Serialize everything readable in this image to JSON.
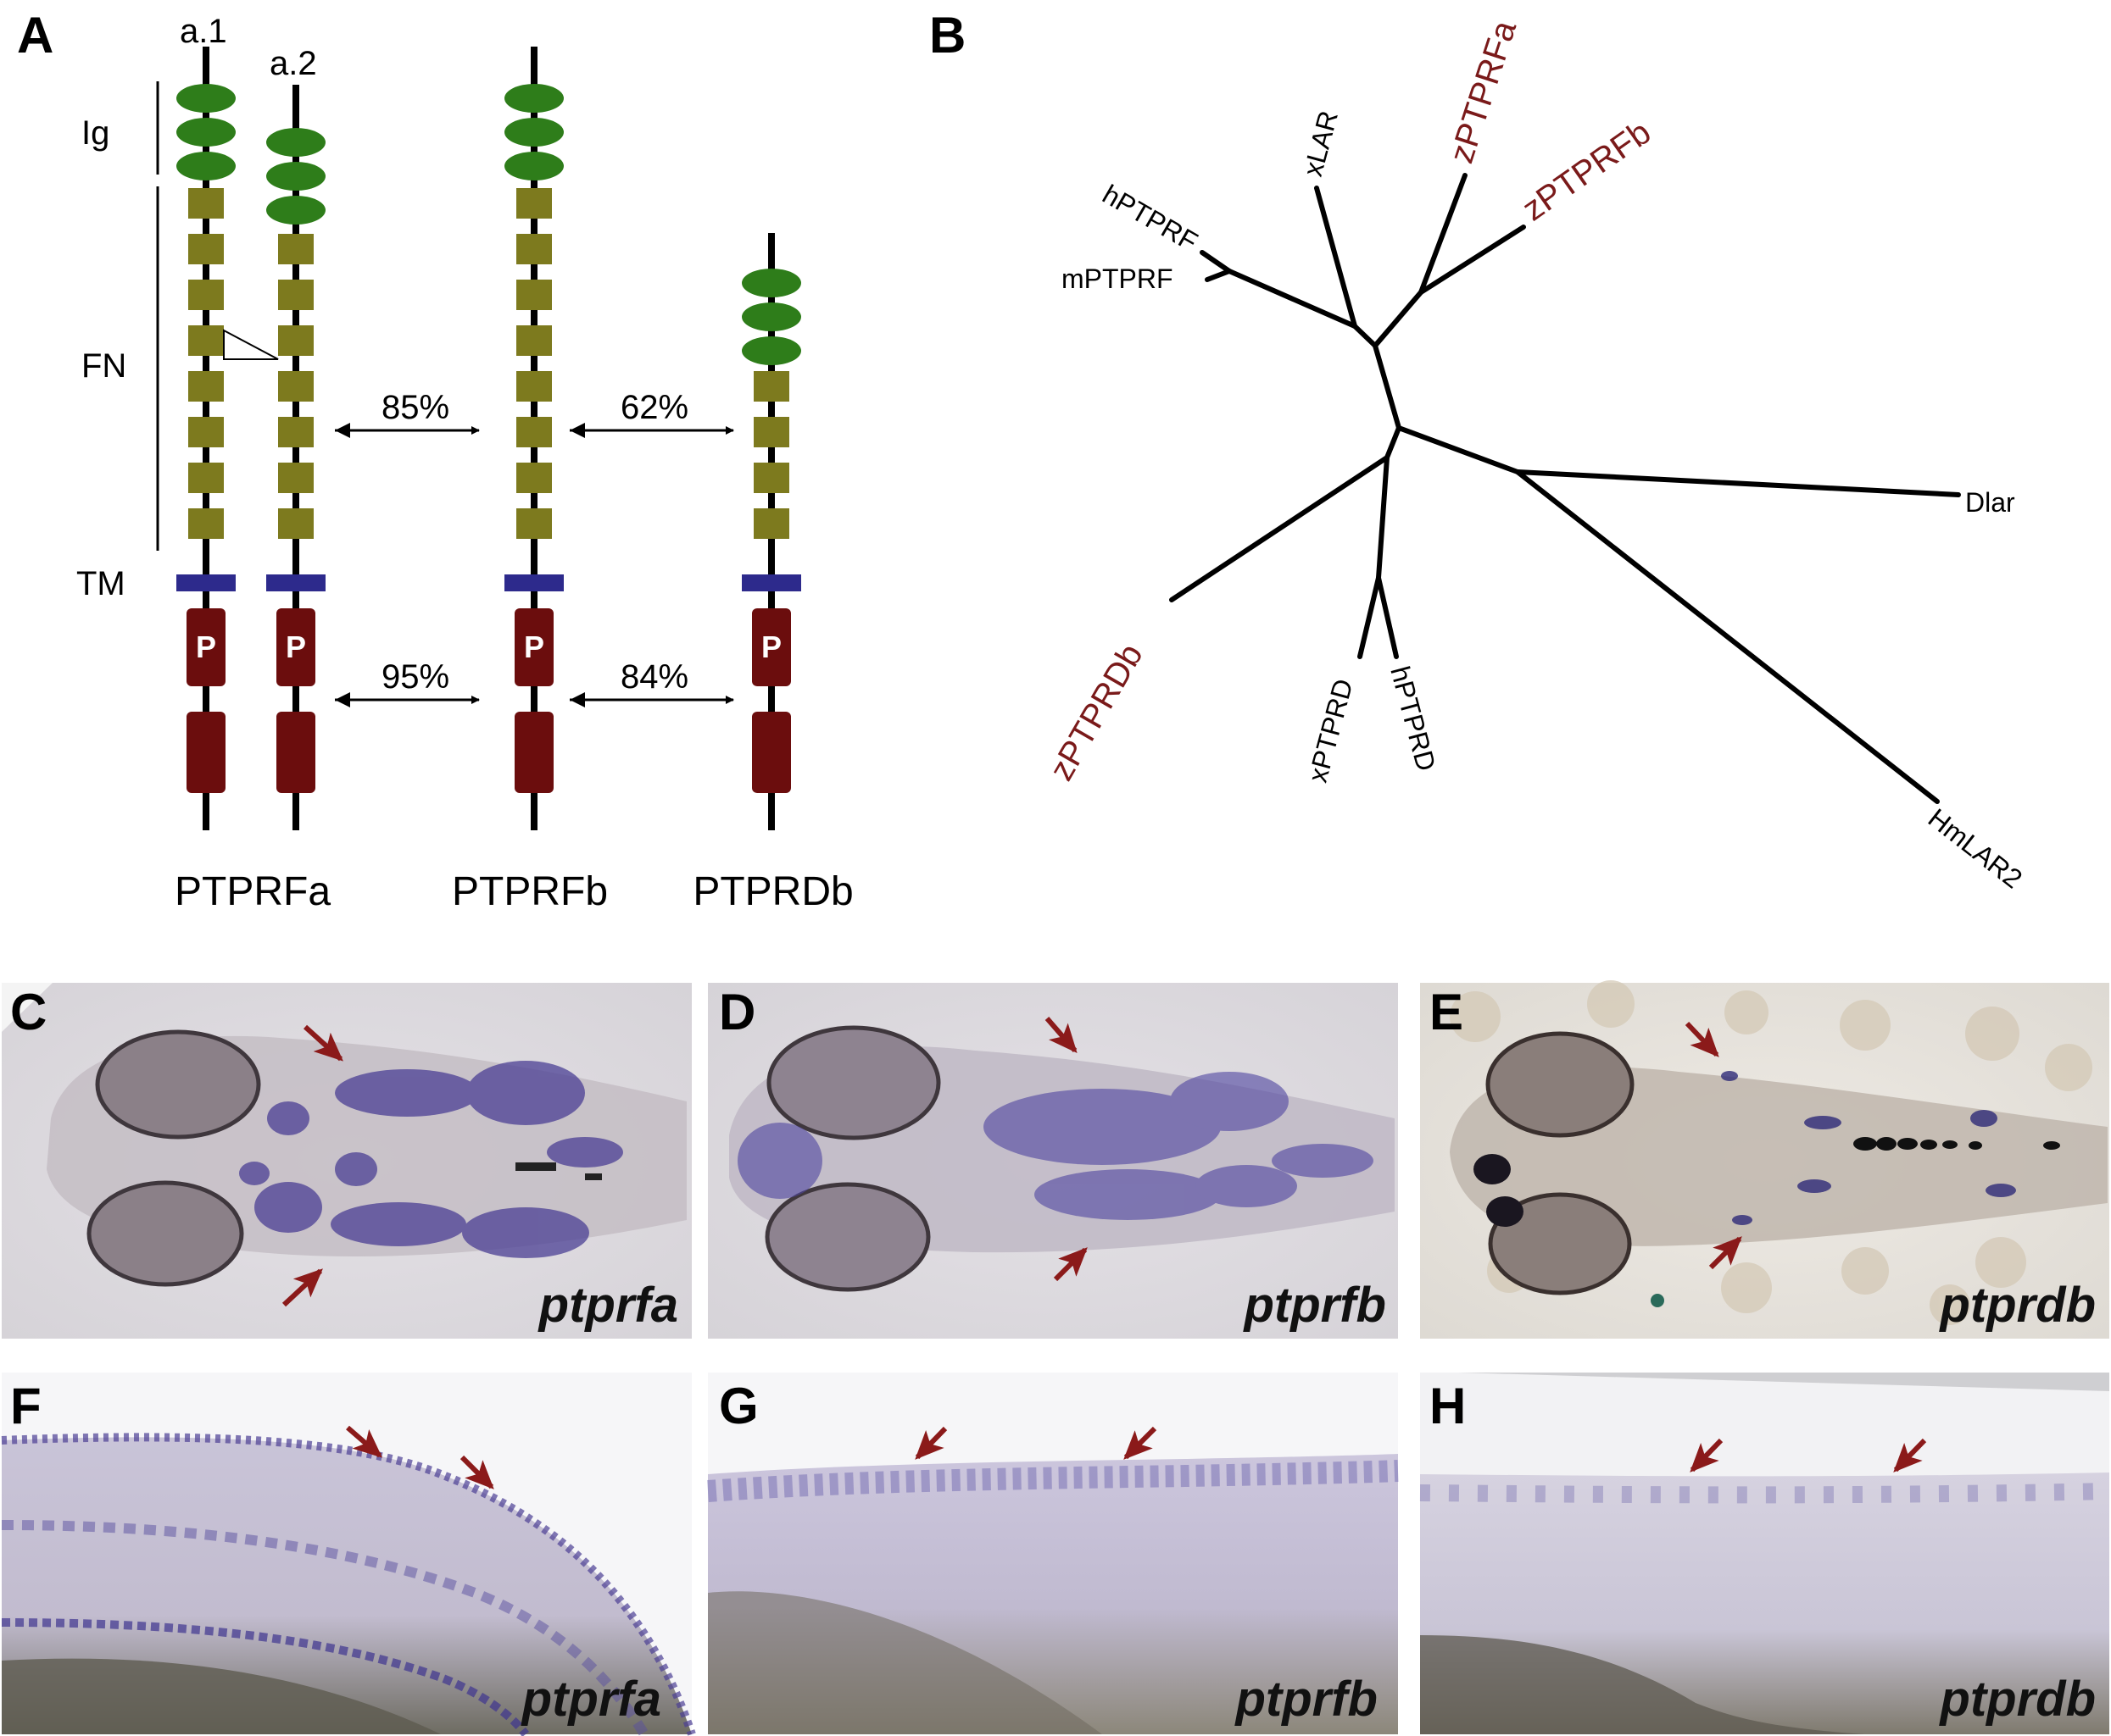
{
  "panel_a": {
    "letter": "A",
    "isoform_labels": [
      "a.1",
      "a.2"
    ],
    "domain_labels": {
      "ig": "Ig",
      "fn": "FN",
      "tm": "TM"
    },
    "phosphatase_label": "P",
    "identity_extracellular": [
      "85%",
      "62%"
    ],
    "identity_intracellular": [
      "95%",
      "84%"
    ],
    "protein_names": [
      "PTPRFa",
      "PTPRFb",
      "PTPRDb"
    ],
    "colors": {
      "ig": "#2e7d1a",
      "fn": "#7d7a1e",
      "tm": "#2d2a8c",
      "phosphatase": "#6b0d0d",
      "stem": "#000000"
    }
  },
  "panel_b": {
    "letter": "B",
    "leaves": {
      "xlar": "xLAR",
      "zptprfa": "zPTPRFa",
      "zptprfb": "zPTPRFb",
      "hptprf": "hPTPRF",
      "mptprf": "mPTPRF",
      "dlar": "Dlar",
      "zptprdb": "zPTPRDb",
      "xptprd": "xPTPRD",
      "hptprd": "hPTPRD",
      "hmlar2": "HmLAR2"
    },
    "zebrafish_color": "#7a1a1a"
  },
  "photos": [
    {
      "letter": "C",
      "gene": "ptprfa"
    },
    {
      "letter": "D",
      "gene": "ptprfb"
    },
    {
      "letter": "E",
      "gene": "ptprdb"
    },
    {
      "letter": "F",
      "gene": "ptprfa"
    },
    {
      "letter": "G",
      "gene": "ptprfb"
    },
    {
      "letter": "H",
      "gene": "ptprdb"
    }
  ],
  "arrow_color": "#8b1a1a"
}
